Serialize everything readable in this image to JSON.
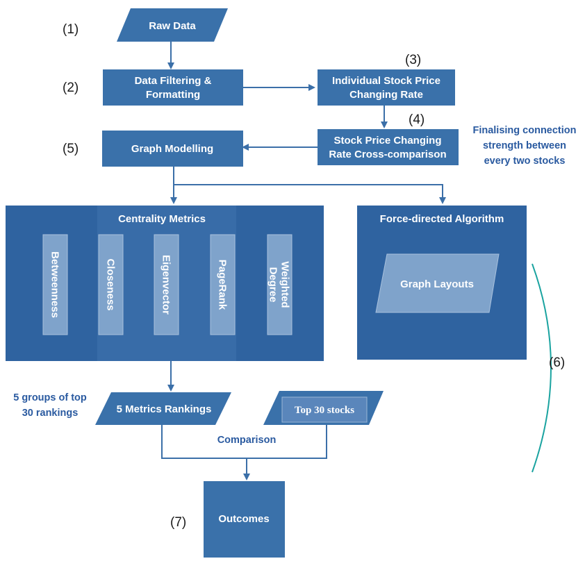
{
  "steps": {
    "s1": "(1)",
    "s2": "(2)",
    "s3": "(3)",
    "s4": "(4)",
    "s5": "(5)",
    "s6": "(6)",
    "s7": "(7)"
  },
  "nodes": {
    "raw_data": "Raw Data",
    "filtering_line1": "Data Filtering &",
    "filtering_line2": "Formatting",
    "individual_line1": "Individual Stock Price",
    "individual_line2": "Changing Rate",
    "cross_line1": "Stock Price Changing",
    "cross_line2": "Rate Cross-comparison",
    "graph_modelling": "Graph Modelling",
    "centrality_title": "Centrality Metrics",
    "force_title": "Force-directed Algorithm",
    "graph_layouts": "Graph Layouts",
    "metrics_rankings": "5 Metrics Rankings",
    "top30": "Top 30 stocks",
    "outcomes": "Outcomes"
  },
  "metrics": [
    "Betweenness",
    "Closeness",
    "Eigenvector",
    "PageRank",
    "Weighted Degree"
  ],
  "notes": {
    "connection_line1": "Finalising connection",
    "connection_line2": "strength between",
    "connection_line3": "every two stocks",
    "groups_line1": "5 groups of top",
    "groups_line2": "30   rankings",
    "comparison": "Comparison"
  },
  "colors": {
    "box": "#3a71aa",
    "box_dark": "#2d5f95",
    "inner": "#7fa3cb",
    "edge": "#3b6fa8",
    "note": "#2a5aa0"
  }
}
